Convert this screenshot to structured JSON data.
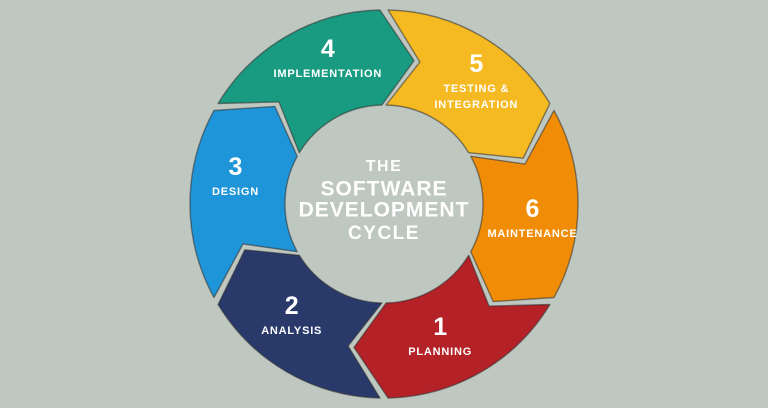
{
  "background_color": "#bfc8c0",
  "diagram": {
    "center_title": {
      "line1": "THE",
      "line2": "SOFTWARE",
      "line3": "DEVELOPMENT",
      "line4": "CYCLE",
      "color": "#175349"
    },
    "label_color": "#ffffff",
    "outline_color": "#2d2d2d",
    "direction": "clockwise",
    "segments": [
      {
        "number": "1",
        "label_lines": [
          "PLANNING"
        ],
        "color": "#b42127",
        "tail_angle": 120
      },
      {
        "number": "2",
        "label_lines": [
          "ANALYSIS"
        ],
        "color": "#293a6a",
        "tail_angle": 180
      },
      {
        "number": "3",
        "label_lines": [
          "DESIGN"
        ],
        "color": "#1e95d9",
        "tail_angle": 240
      },
      {
        "number": "4",
        "label_lines": [
          "IMPLEMENTATION"
        ],
        "color": "#189b81",
        "tail_angle": 300
      },
      {
        "number": "5",
        "label_lines": [
          "TESTING &",
          "INTEGRATION"
        ],
        "color": "#f5b922",
        "tail_angle": 0
      },
      {
        "number": "6",
        "label_lines": [
          "MAINTENANCE"
        ],
        "color": "#f18c07",
        "tail_angle": 60
      }
    ]
  }
}
